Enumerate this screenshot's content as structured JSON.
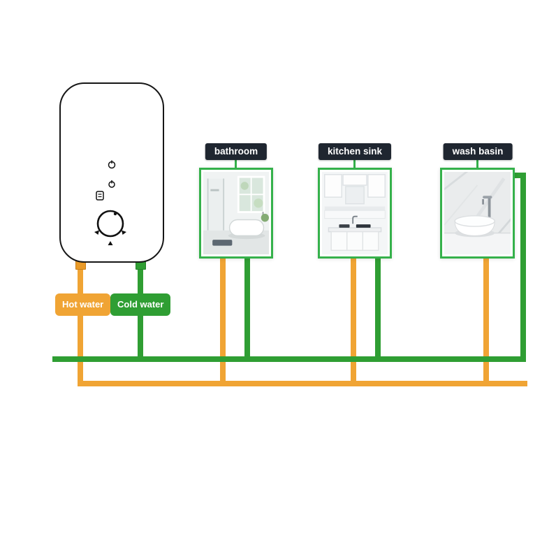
{
  "legend": {
    "hot_label": "Hot water",
    "cold_label": "Cold water"
  },
  "fixtures": [
    {
      "label": "bathroom"
    },
    {
      "label": "kitchen sink"
    },
    {
      "label": "wash basin"
    }
  ],
  "colors": {
    "hot_pipe": "#F0A434",
    "cold_pipe": "#2F9E33",
    "fixture_border": "#35B14B",
    "fixture_tag_background": "#1F2630",
    "fixture_tag_text": "#FFFFFF",
    "hot_tag_background": "#F0A434",
    "cold_tag_background": "#2F9E33",
    "heater_outline": "#161616"
  }
}
